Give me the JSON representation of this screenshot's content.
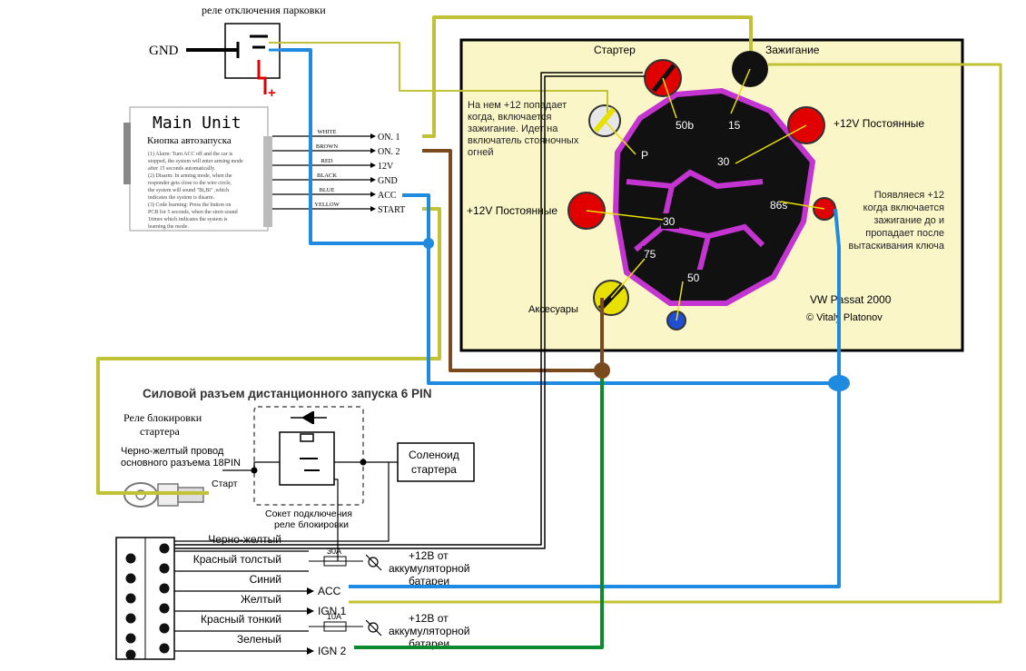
{
  "colors": {
    "panel": "#faf6c8",
    "olive": "#c2c237",
    "blue": "#1f8be0",
    "brown": "#7a4a1e",
    "green": "#0d8a2e",
    "magenta": "#c434d1",
    "red": "#e00000",
    "black": "#000000"
  },
  "top_relay": {
    "title": "реле отключения парковки",
    "gnd": "GND",
    "plus": "+"
  },
  "main_unit": {
    "title": "Main Unit",
    "subtitle": "Кнопка автозапуска",
    "notes": [
      "(1) Alarm: Turn ACC off and the car is",
      "stopped, the system will enter arming mode",
      "after 15 seconds automatically.",
      "(2) Disarm: In arming mode, when the",
      "responder gets close to the wire circle,",
      "the system will sound \"Bi,Bi\" ,which",
      "indicates the system is disarm.",
      "(3) Code learning: Press the button on",
      "PCB for 5 seconds, when the siren sound",
      "1times which indicates the system is",
      "learning the mode."
    ],
    "wires": [
      {
        "color": "WHITE",
        "pin": "ON. 1"
      },
      {
        "color": "BROWN",
        "pin": "ON. 2"
      },
      {
        "color": "RED",
        "pin": "12V"
      },
      {
        "color": "BLACK",
        "pin": "GND"
      },
      {
        "color": "BLUE",
        "pin": "ACC"
      },
      {
        "color": "YELLOW",
        "pin": "START"
      }
    ]
  },
  "ignition": {
    "starter": "Стартер",
    "ignition": "Зажигание",
    "note_left": [
      "На нем +12 попадает",
      "когда, включается",
      "зажигание. Идет на",
      "включатель стояночных",
      "огней"
    ],
    "const_right": "+12V Постоянные",
    "const_left": "+12V Постоянные",
    "note_right": [
      "Появляеся +12",
      "когда включается",
      "зажигание до и",
      "пропадает после",
      "вытаскивания ключа"
    ],
    "accessories": "Аксесуары",
    "model": "VW Passat 2000",
    "author": "© Vitaly Platonov",
    "terminals": [
      "50b",
      "15",
      "P",
      "30",
      "30",
      "86s",
      "75",
      "50"
    ]
  },
  "remote": {
    "title": "Силовой разъем дистанционного запуска 6 PIN",
    "relay_label": [
      "Реле блокировки",
      "стартера"
    ],
    "wire_label": [
      "Черно-желтый провод",
      "основного разъема 18PIN"
    ],
    "start": "Старт",
    "solenoid": [
      "Соленоид",
      "стартера"
    ],
    "socket": [
      "Сокет подключения",
      "реле блокировки"
    ]
  },
  "connector": {
    "rows": [
      {
        "label": "Черно-желтый",
        "target": ""
      },
      {
        "label": "Красный толстый",
        "target": ""
      },
      {
        "label": "Синий",
        "target": "ACC"
      },
      {
        "label": "Желтый",
        "target": "IGN 1"
      },
      {
        "label": "Красный тонкий",
        "target": ""
      },
      {
        "label": "Зеленый",
        "target": "IGN 2"
      }
    ],
    "fuse1": "30A",
    "fuse2": "10A",
    "battery": [
      "+12В от",
      "аккумуляторной",
      "батареи"
    ]
  }
}
